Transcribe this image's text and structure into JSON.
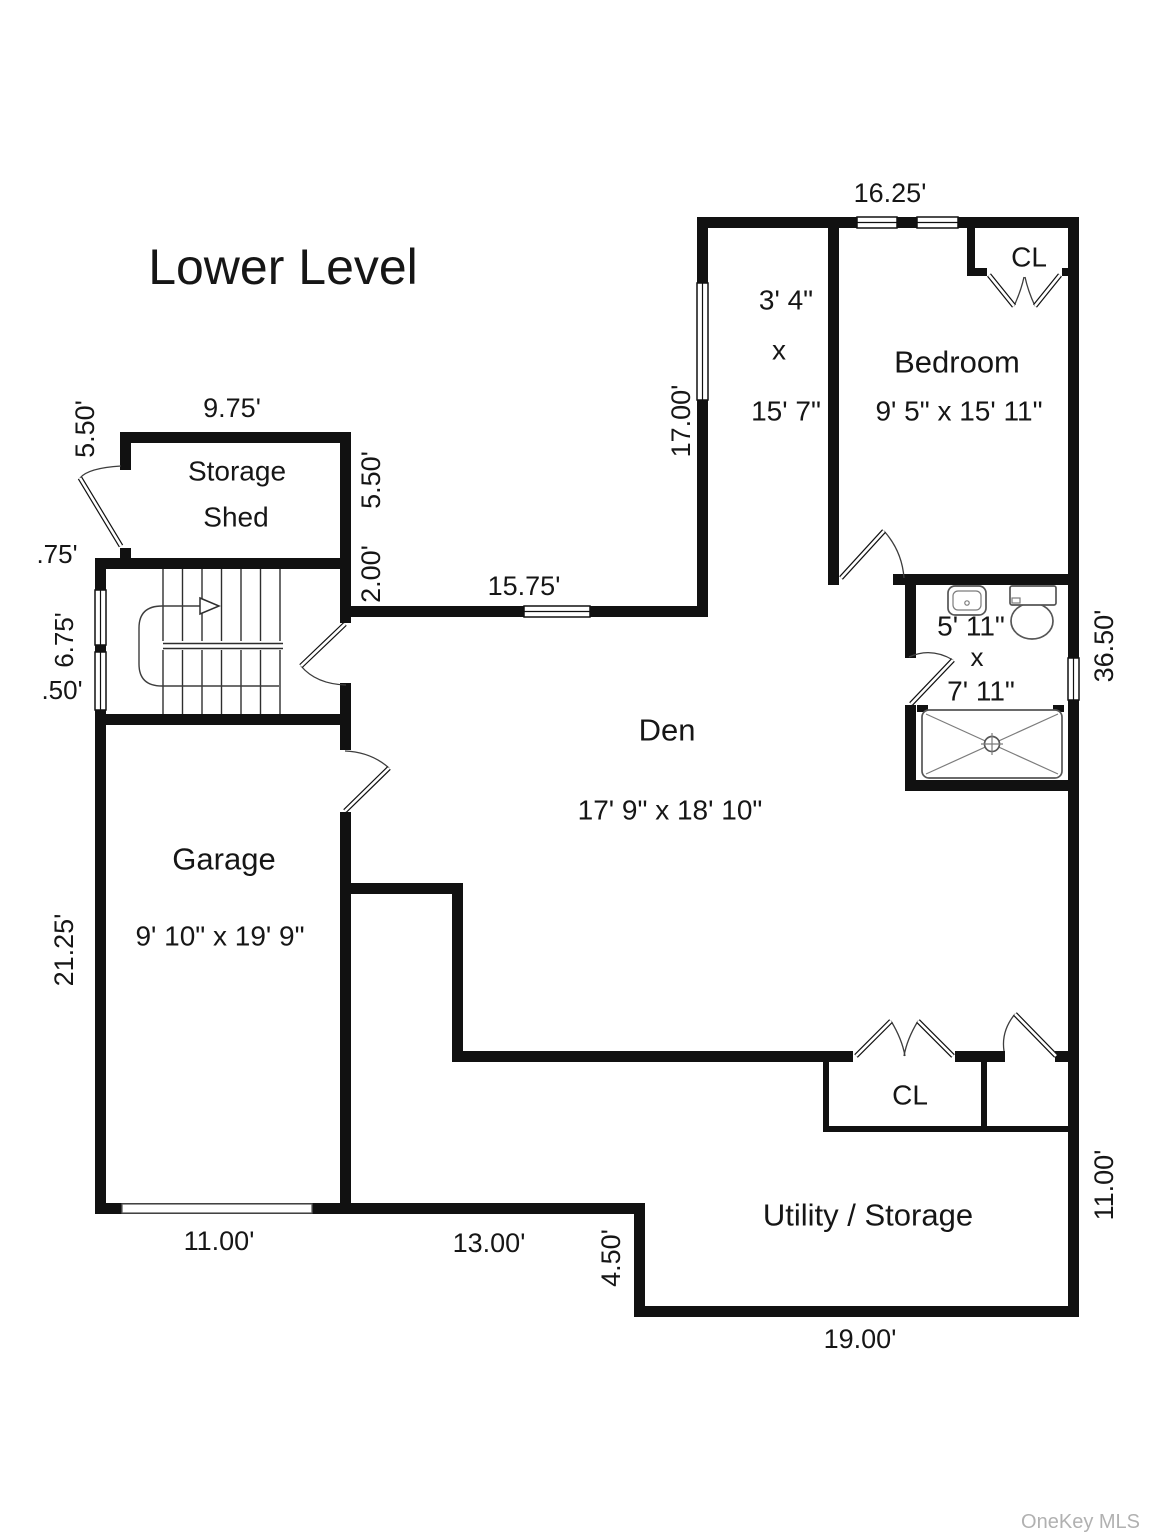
{
  "page": {
    "title": "Lower Level",
    "watermark": "OneKey MLS"
  },
  "rooms": {
    "storage_shed": {
      "line1": "Storage",
      "line2": "Shed"
    },
    "bedroom": {
      "name": "Bedroom",
      "size": "9' 5\" x 15' 11\""
    },
    "den": {
      "name": "Den",
      "size": "17' 9\" x 18' 10\""
    },
    "garage": {
      "name": "Garage",
      "size": "9' 10\" x 19' 9\""
    },
    "utility": {
      "name": "Utility / Storage"
    },
    "closet_bedroom": {
      "name": "CL"
    },
    "closet_utility": {
      "name": "CL"
    },
    "hall": {
      "width": "3' 4\"",
      "sep": "x",
      "length": "15' 7\""
    },
    "bathroom": {
      "width": "5' 11\"",
      "sep": "x",
      "length": "7' 11\""
    }
  },
  "dimensions": {
    "top_width": "16.25'",
    "shed_width": "9.75'",
    "shed_height_left": "5.50'",
    "shed_height_right": "5.50'",
    "shed_offset": "2.00'",
    "stair_offset_top": ".75'",
    "stair_height": "6.75'",
    "stair_offset_bottom": ".50'",
    "den_top_width": "15.75'",
    "hall_height": "17.00'",
    "right_height_upper": "36.50'",
    "garage_height": "21.25'",
    "garage_width": "11.00'",
    "bottom_mid_width": "13.00'",
    "step_height": "4.50'",
    "bottom_right_width": "19.00'",
    "right_height_lower": "11.00'"
  }
}
